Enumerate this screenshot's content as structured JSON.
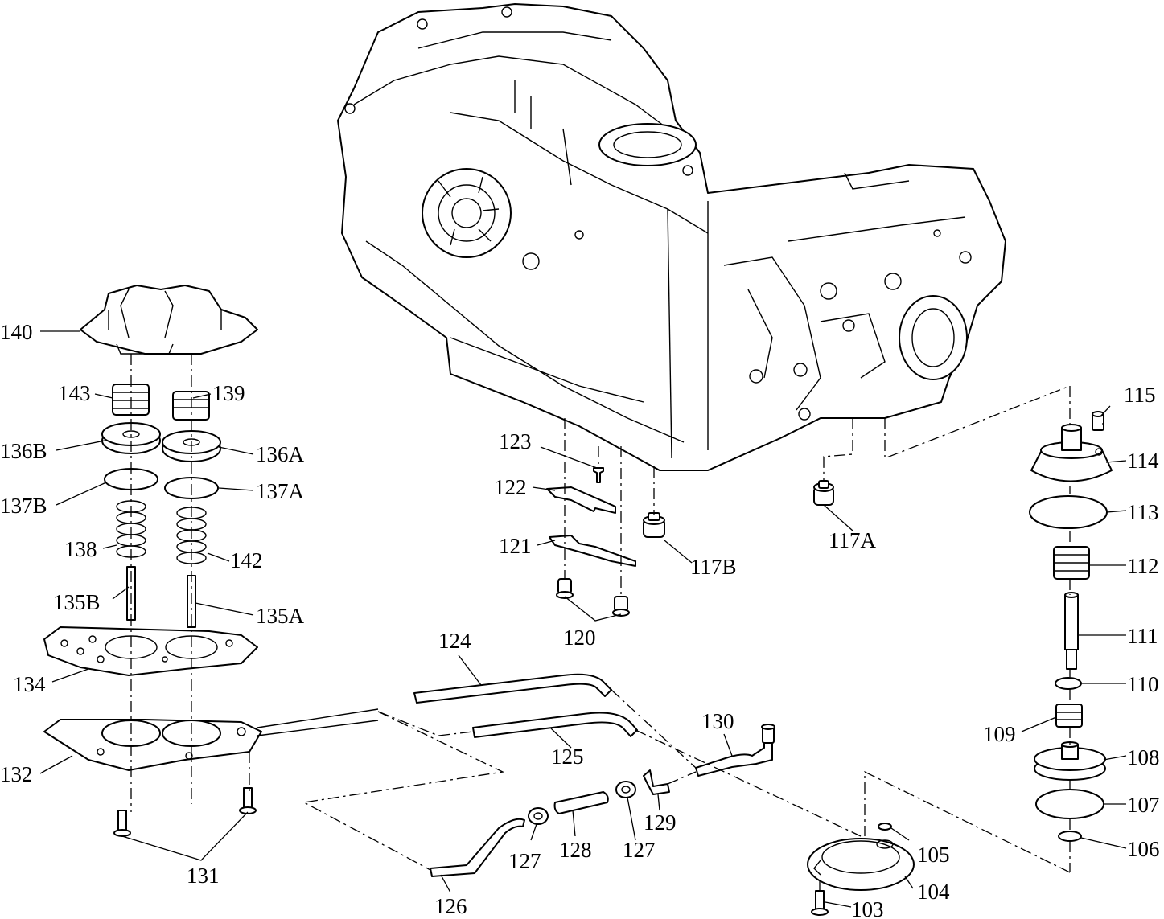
{
  "callouts": {
    "c103": "103",
    "c104": "104",
    "c105": "105",
    "c106": "106",
    "c107": "107",
    "c108": "108",
    "c109": "109",
    "c110": "110",
    "c111": "111",
    "c112": "112",
    "c113": "113",
    "c114": "114",
    "c115": "115",
    "c117A": "117A",
    "c117B": "117B",
    "c120": "120",
    "c121": "121",
    "c122": "122",
    "c123": "123",
    "c124": "124",
    "c125": "125",
    "c126": "126",
    "c127a": "127",
    "c127b": "127",
    "c128": "128",
    "c129": "129",
    "c130": "130",
    "c131": "131",
    "c132": "132",
    "c134": "134",
    "c135A": "135A",
    "c135B": "135B",
    "c136A": "136A",
    "c136B": "136B",
    "c137A": "137A",
    "c137B": "137B",
    "c138": "138",
    "c139": "139",
    "c140": "140",
    "c142": "142",
    "c143": "143"
  }
}
